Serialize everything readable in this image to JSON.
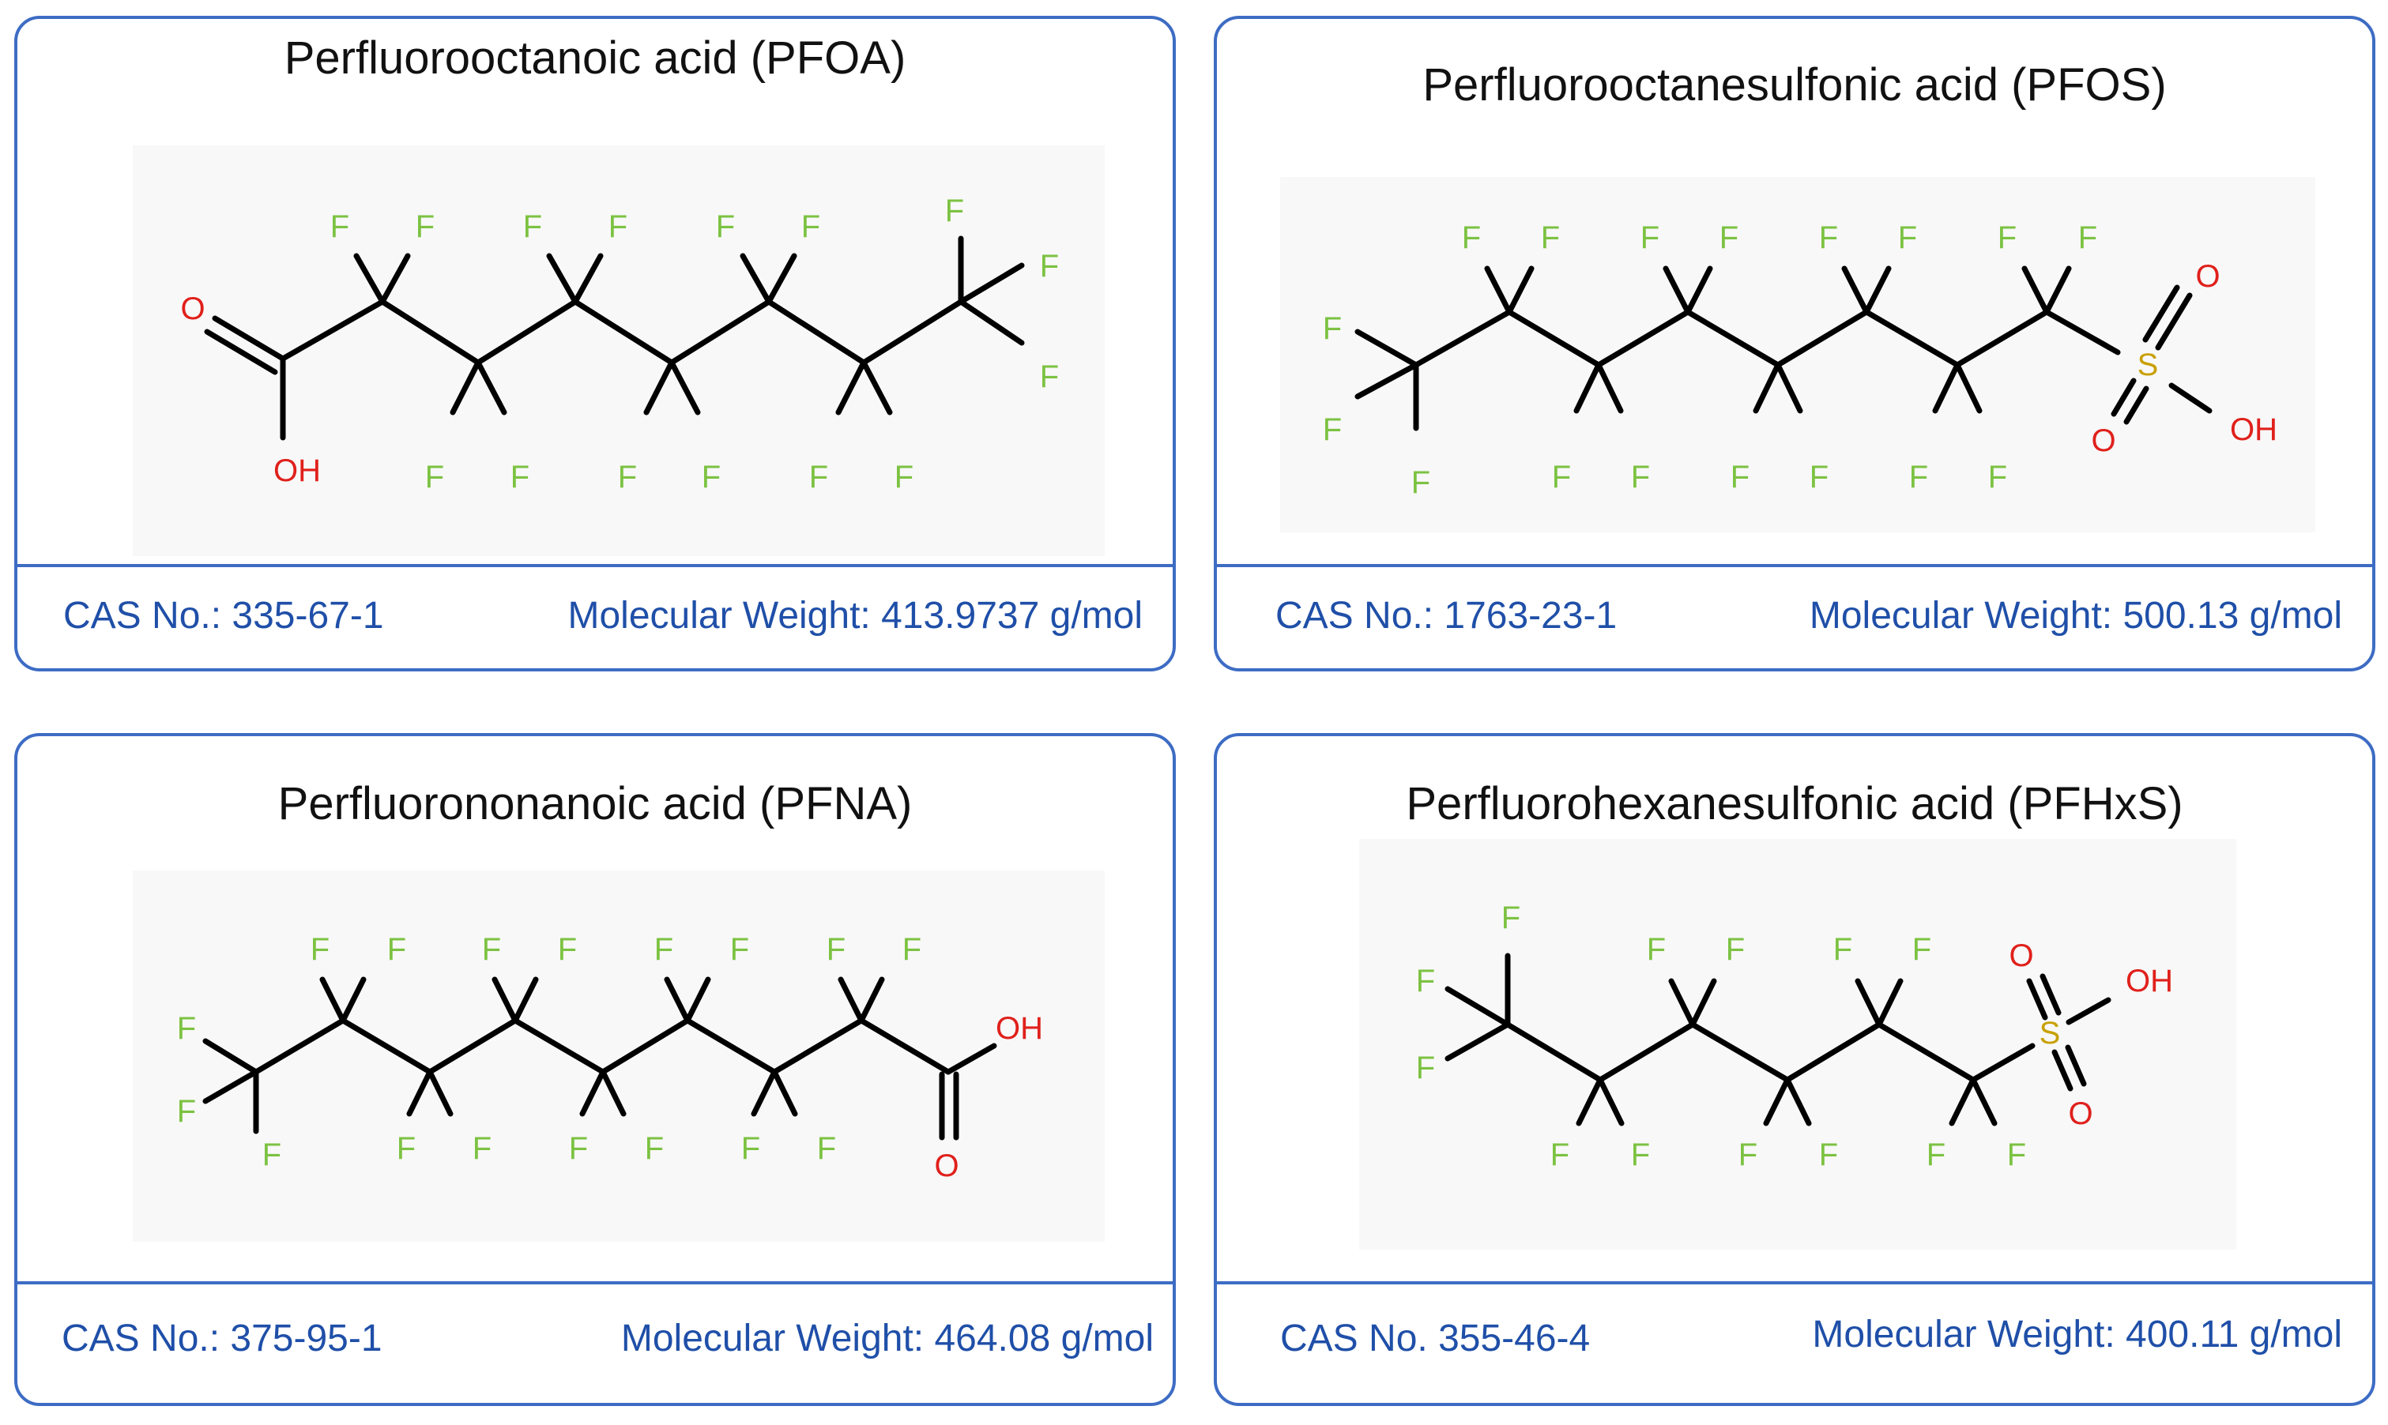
{
  "compounds": [
    {
      "name": "Perfluorooctanoic acid (PFOA)",
      "cas": "CAS No.: 335-67-1",
      "weight": "Molecular Weight: 413.9737 g/mol",
      "atoms": {
        "oxygen": "O",
        "hydroxyl": "OH",
        "fluorine": "F"
      }
    },
    {
      "name": "Perfluorooctanesulfonic acid (PFOS)",
      "cas": "CAS No.: 1763-23-1",
      "weight": "Molecular Weight: 500.13 g/mol",
      "atoms": {
        "oxygen": "O",
        "hydroxyl": "OH",
        "fluorine": "F",
        "sulfur": "S"
      }
    },
    {
      "name": "Perfluorononanoic acid (PFNA)",
      "cas": "CAS No.: 375-95-1",
      "weight": "Molecular Weight: 464.08 g/mol",
      "atoms": {
        "oxygen": "O",
        "hydroxyl": "OH",
        "fluorine": "F"
      }
    },
    {
      "name": "Perfluorohexanesulfonic acid (PFHxS)",
      "cas": "CAS No. 355-46-4",
      "weight": "Molecular Weight: 400.11 g/mol",
      "atoms": {
        "oxygen": "O",
        "hydroxyl": "OH",
        "fluorine": "F",
        "sulfur": "S"
      }
    }
  ],
  "colors": {
    "border": "#3d6cc4",
    "info_text": "#1f4fa8",
    "fluorine": "#7cc242",
    "oxygen": "#e0201b",
    "sulfur": "#c8a000",
    "bond": "#000000"
  }
}
